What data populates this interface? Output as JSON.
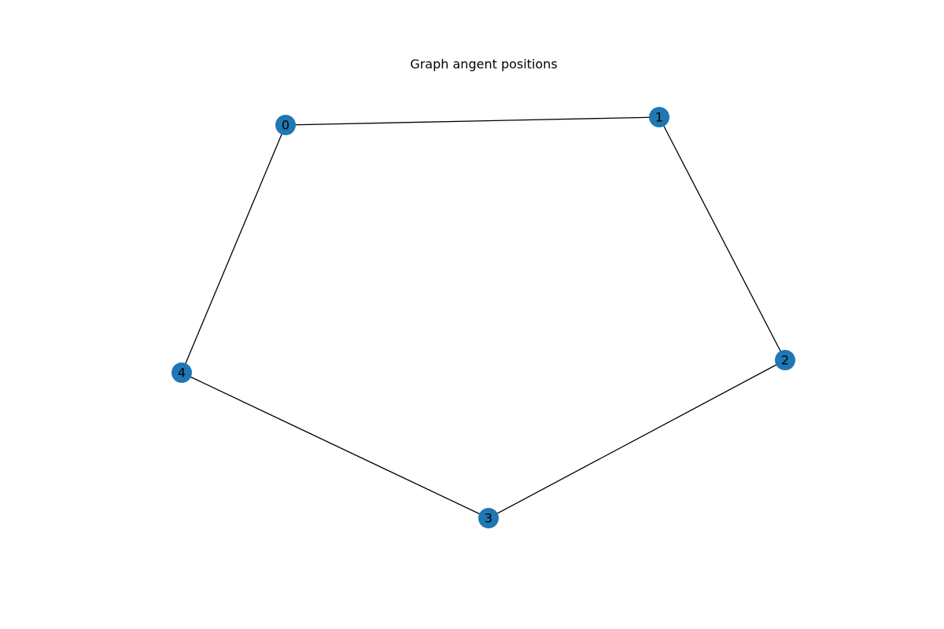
{
  "title": "Graph angent positions",
  "colors": {
    "node_fill": "#1f77b4",
    "edge": "#000000",
    "label": "#000000"
  },
  "graph": {
    "nodes": [
      {
        "id": "0"
      },
      {
        "id": "1"
      },
      {
        "id": "2"
      },
      {
        "id": "3"
      },
      {
        "id": "4"
      }
    ],
    "edges": [
      [
        "0",
        "1"
      ],
      [
        "1",
        "2"
      ],
      [
        "2",
        "3"
      ],
      [
        "3",
        "4"
      ],
      [
        "4",
        "0"
      ]
    ]
  }
}
